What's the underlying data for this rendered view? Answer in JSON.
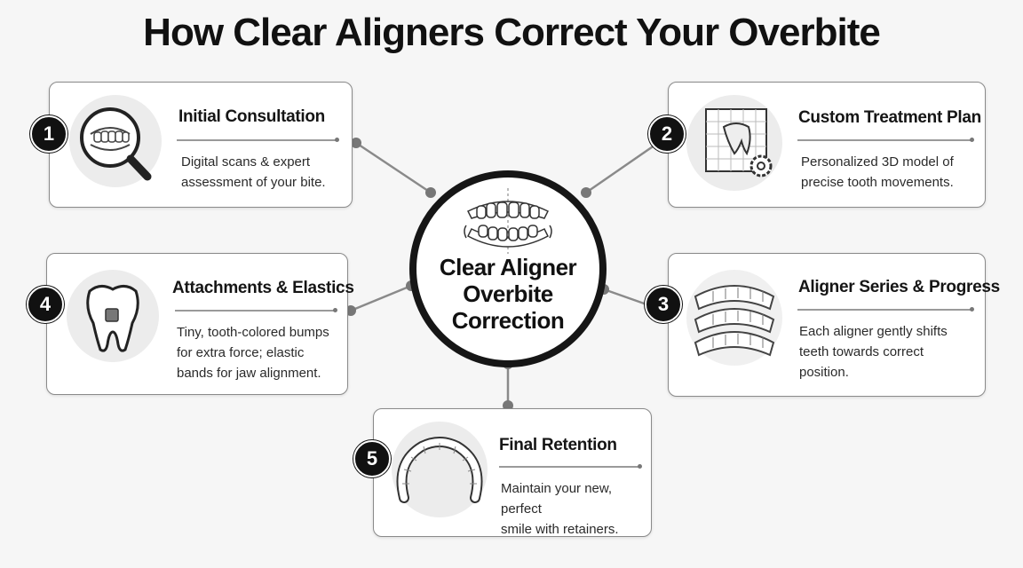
{
  "title": "How Clear Aligners Correct Your Overbite",
  "center": {
    "lines": [
      "Clear Aligner",
      "Overbite",
      "Correction"
    ],
    "icon": "aligner-teeth-icon"
  },
  "steps": [
    {
      "number": "1",
      "title": "Initial Consultation",
      "description_lines": [
        "Digital scans & expert",
        "assessment of your bite."
      ],
      "icon": "magnifier-teeth-icon"
    },
    {
      "number": "2",
      "title": "Custom Treatment Plan",
      "description_lines": [
        "Personalized 3D model of",
        "precise tooth movements."
      ],
      "icon": "blueprint-tooth-gear-icon"
    },
    {
      "number": "3",
      "title": "Aligner Series & Progress",
      "description_lines": [
        "Each aligner gently shifts",
        "teeth towards correct",
        "position."
      ],
      "icon": "stacked-aligners-icon"
    },
    {
      "number": "4",
      "title": "Attachments & Elastics",
      "description_lines": [
        "Tiny, tooth-colored bumps",
        "for extra force; elastic",
        "bands for jaw alignment."
      ],
      "icon": "tooth-attachment-icon"
    },
    {
      "number": "5",
      "title": "Final Retention",
      "description_lines": [
        "Maintain your new, perfect",
        "smile with retainers."
      ],
      "icon": "retainer-icon"
    }
  ]
}
